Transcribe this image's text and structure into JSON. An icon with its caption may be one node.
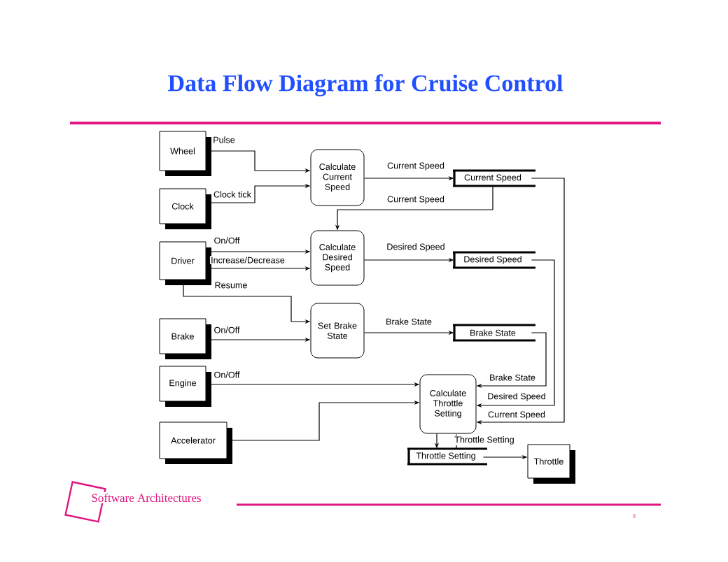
{
  "diagram": {
    "title": "Data Flow Diagram for Cruise Control",
    "nodes": [
      {
        "text": [
          "Wheel"
        ]
      },
      {
        "text": [
          "Clock"
        ]
      },
      {
        "text": [
          "Driver"
        ]
      },
      {
        "text": [
          "Brake"
        ]
      },
      {
        "text": [
          "Engine"
        ]
      },
      {
        "text": [
          "Accelerator"
        ]
      },
      {
        "text": [
          "Calculate Current Speed"
        ]
      },
      {
        "text": [
          "Calculate Desired Speed"
        ]
      },
      {
        "text": [
          "Set Brake State"
        ]
      },
      {
        "text": [
          "Calculate Throttle Setting"
        ]
      },
      {
        "text": [
          "Current Speed"
        ]
      },
      {
        "text": [
          "Desired Speed"
        ]
      },
      {
        "text": [
          "Brake State"
        ]
      },
      {
        "text": [
          "Throttle Setting"
        ]
      },
      {
        "text": [
          "Throttle"
        ]
      }
    ],
    "edges": [
      {
        "from": 0,
        "to": 6,
        "arrow": "to",
        "label": "Pulse"
      },
      {
        "from": 1,
        "to": 6,
        "arrow": "to",
        "label": "Clock tick"
      },
      {
        "from": 6,
        "to": 10,
        "arrow": "to",
        "label": "Current Speed"
      },
      {
        "from": 10,
        "to": 7,
        "arrow": "to",
        "label": "Current Speed"
      },
      {
        "from": 2,
        "to": 7,
        "arrow": "to",
        "label": "On/Off"
      },
      {
        "from": 2,
        "to": 7,
        "arrow": "to",
        "label": "Increase/Decrease"
      },
      {
        "from": 2,
        "to": 8,
        "arrow": "to",
        "label": "Resume"
      },
      {
        "from": 3,
        "to": 8,
        "arrow": "to",
        "label": "On/Off"
      },
      {
        "from": 8,
        "to": 12,
        "arrow": "to",
        "label": "Brake State"
      },
      {
        "from": 12,
        "to": 9,
        "arrow": "to",
        "label": "Brake State"
      },
      {
        "from": 11,
        "to": 9,
        "arrow": "to",
        "label": "Desired Speed"
      },
      {
        "from": 10,
        "to": 9,
        "arrow": "to",
        "label": "Current Speed"
      },
      {
        "from": 4,
        "to": 9,
        "arrow": "to",
        "label": "On/Off"
      },
      {
        "from": 5,
        "to": 9,
        "arrow": "to"
      },
      {
        "from": 9,
        "to": 13,
        "arrow": "to"
      },
      {
        "from": 13,
        "to": 9,
        "arrow": "to",
        "label": "Throttle Setting"
      },
      {
        "from": 13,
        "to": 14,
        "arrow": "to"
      },
      {
        "from": 7,
        "to": 11,
        "arrow": "to",
        "label": "Desired Speed"
      }
    ],
    "labels": [
      "Software Architectures",
      "8"
    ]
  }
}
